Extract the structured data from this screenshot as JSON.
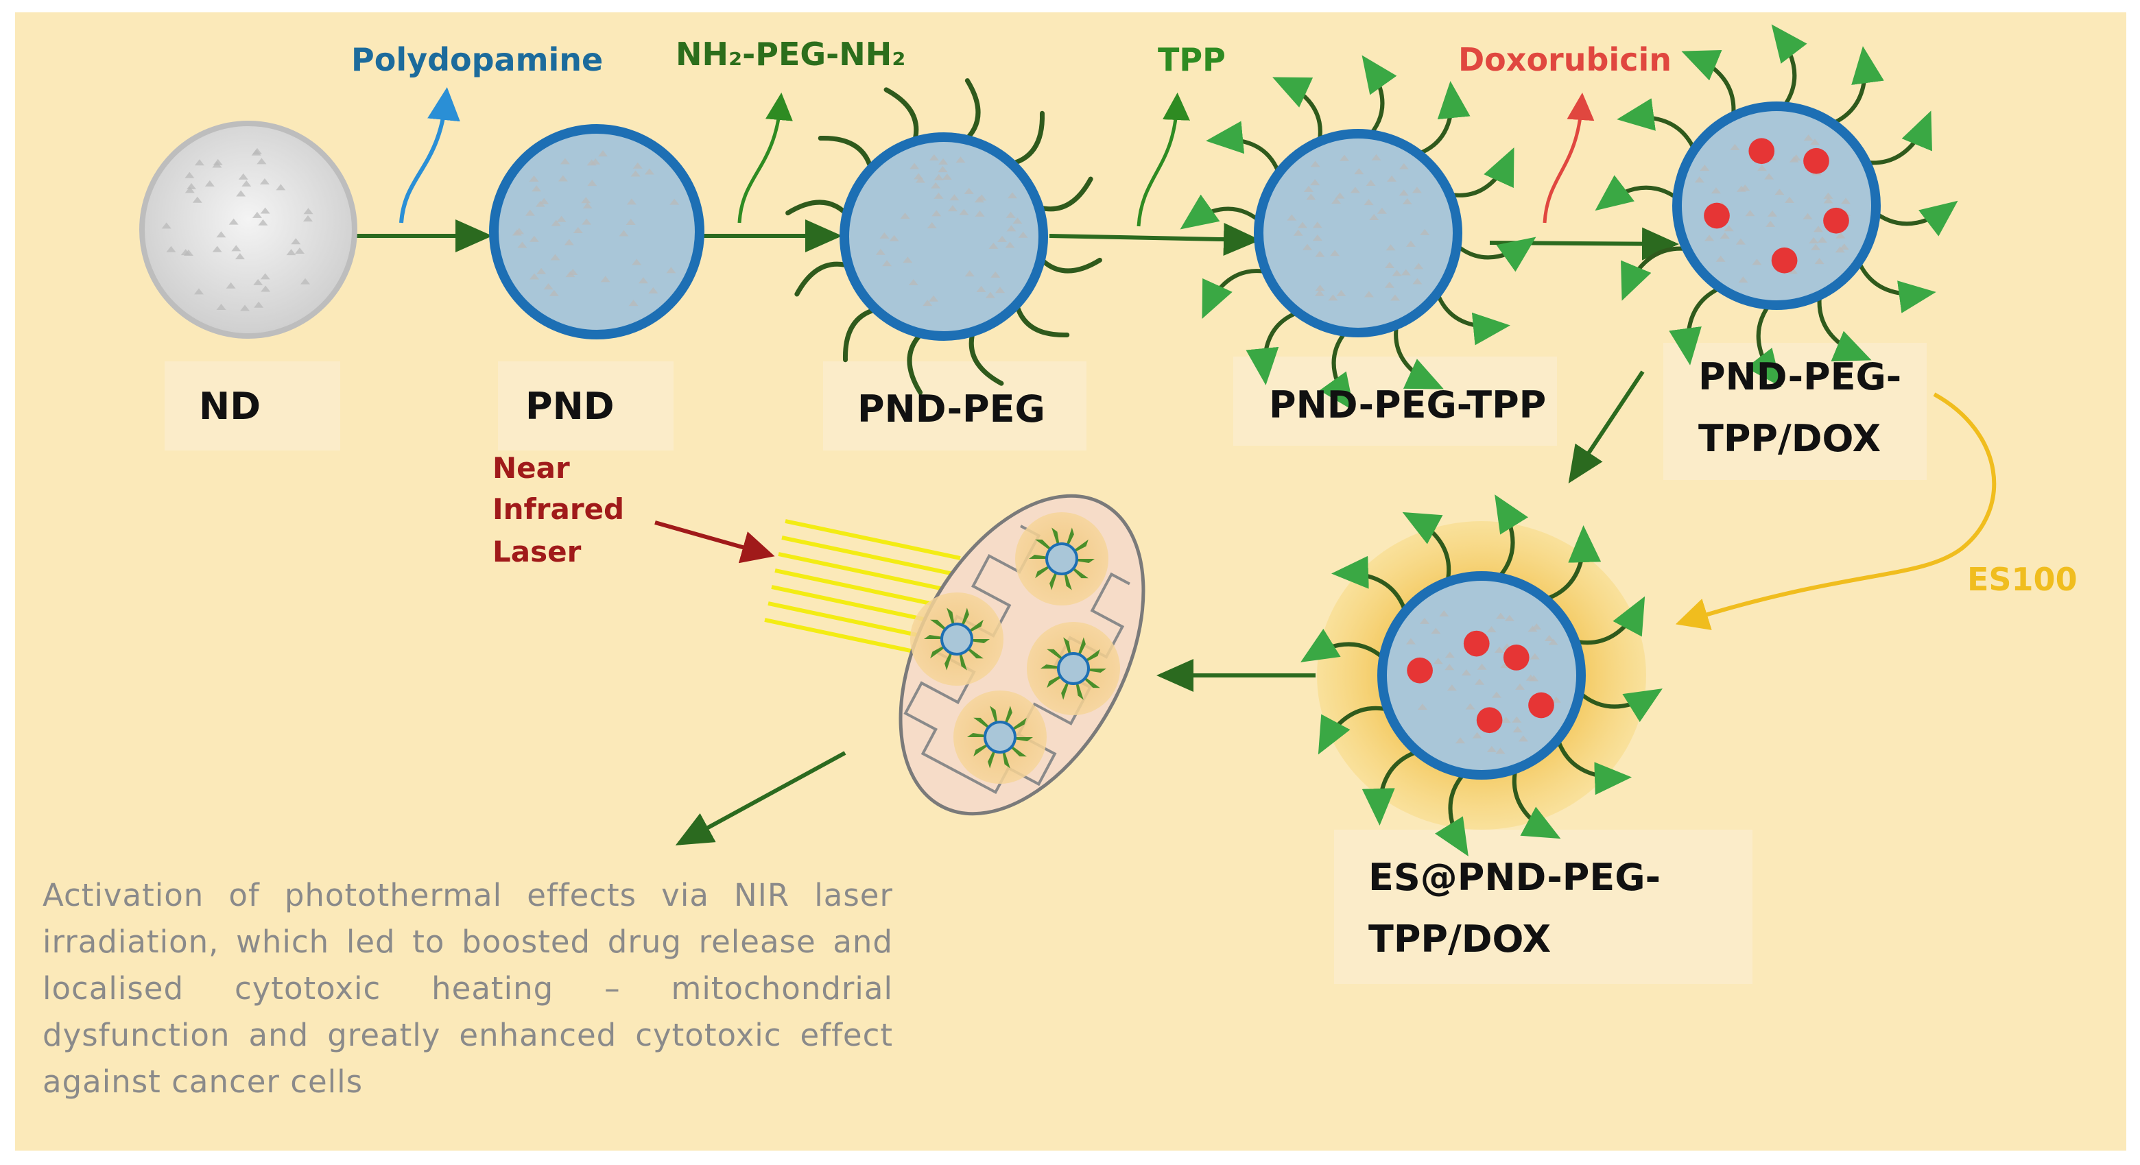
{
  "colors": {
    "background": "#ffffff",
    "panel": "#fbe9b9",
    "label_box": "#fbecc9",
    "arrow": "#2b6a1f",
    "shell": "#1d6fb4",
    "core": "#a9c6d8",
    "peg": "#2f5a1c",
    "dox": "#e63535",
    "laser_label": "#a01a1a",
    "es100": "#f0bd1e",
    "polydopamine": "#1c6b9c",
    "peg_label": "#2c6e1c",
    "tpp_label": "#2e8b22",
    "dox_label": "#e0473f",
    "description": "#8a8a8a"
  },
  "reagents": {
    "polydopamine": "Polydopamine",
    "peg": "NH₂-PEG-NH₂",
    "tpp": "TPP",
    "dox": "Doxorubicin",
    "es100": "ES100"
  },
  "stages": {
    "nd": "ND",
    "pnd": "PND",
    "pnd_peg": "PND-PEG",
    "pnd_peg_tpp": "PND-PEG-TPP",
    "pnd_peg_tpp_dox_line1": "PND-PEG-",
    "pnd_peg_tpp_dox_line2": "TPP/DOX",
    "es_line1": "ES@PND-PEG-",
    "es_line2": "TPP/DOX"
  },
  "laser": {
    "line1": "Near",
    "line2": "Infrared",
    "line3": "Laser"
  },
  "description": "Activation of photothermal effects via NIR laser irradiation, which led to boosted drug release and localised cytotoxic heating – mitochondrial dysfunction and greatly enhanced cytotoxic effect against cancer cells"
}
